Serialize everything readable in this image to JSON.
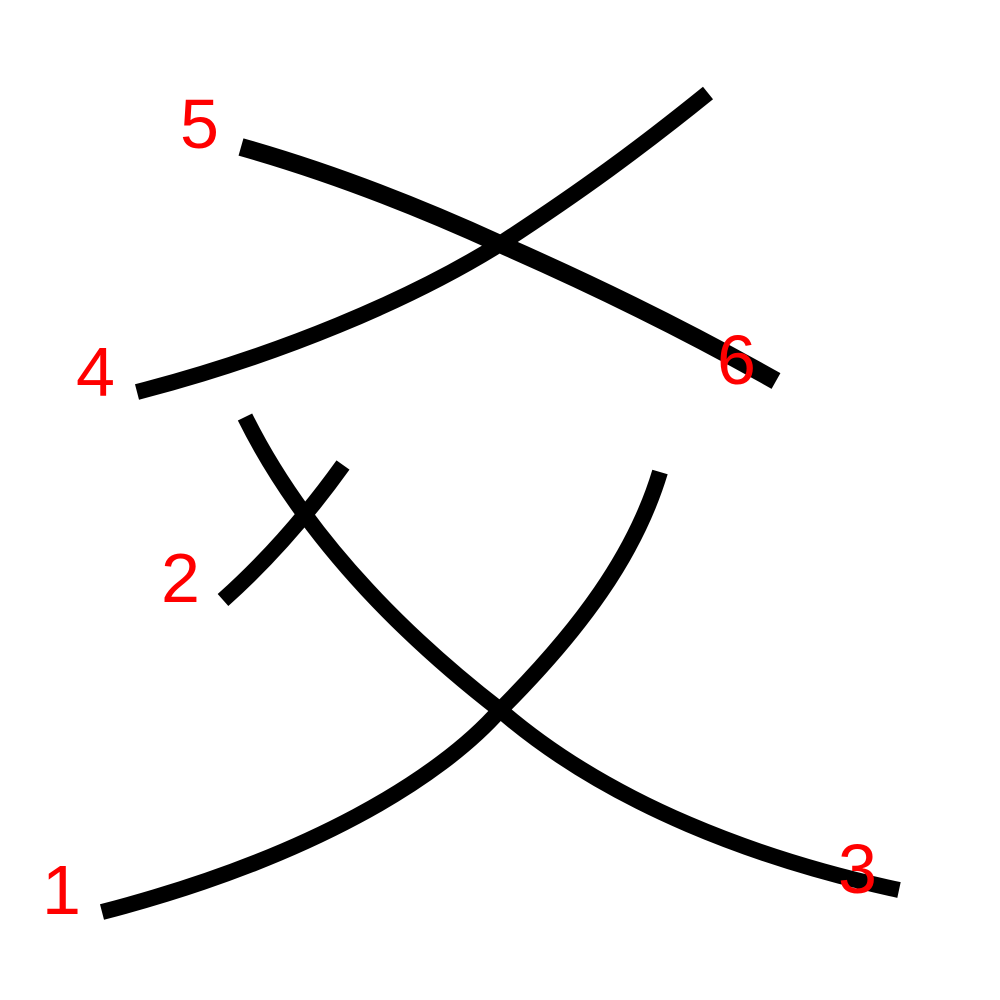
{
  "colors": {
    "background": "#ffffff",
    "stroke": "#000000",
    "label": "#ff0000"
  },
  "strokes": [
    {
      "id": "1",
      "label": "1"
    },
    {
      "id": "2",
      "label": "2"
    },
    {
      "id": "3",
      "label": "3"
    },
    {
      "id": "4",
      "label": "4"
    },
    {
      "id": "5",
      "label": "5"
    },
    {
      "id": "6",
      "label": "6"
    }
  ]
}
